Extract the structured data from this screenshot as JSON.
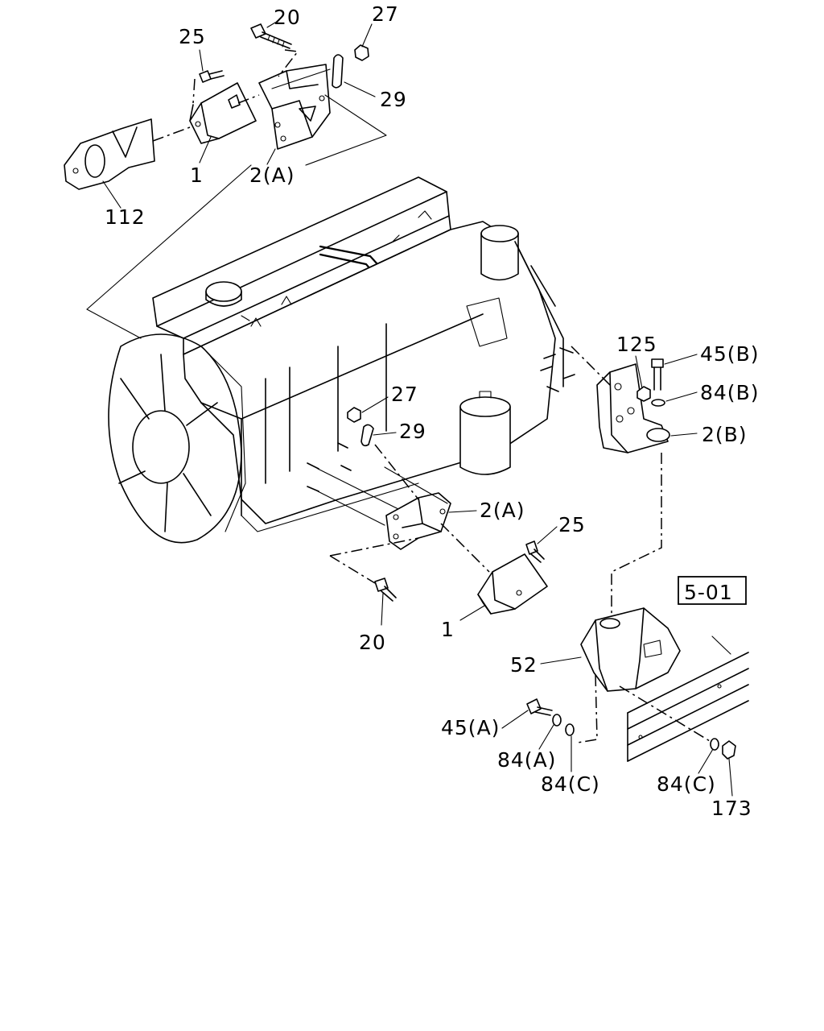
{
  "diagram": {
    "callouts": {
      "c20_top": "20",
      "c27_top": "27",
      "c25_top": "25",
      "c29_top": "29",
      "c1_top": "1",
      "c2a_top": "2(A)",
      "c112": "112",
      "c125": "125",
      "c45b": "45(B)",
      "c84b": "84(B)",
      "c2b": "2(B)",
      "c27_mid": "27",
      "c29_mid": "29",
      "c2a_mid": "2(A)",
      "c25_mid": "25",
      "c1_mid": "1",
      "c20_mid": "20",
      "ref_section": "5-01",
      "c52": "52",
      "c45a": "45(A)",
      "c84a": "84(A)",
      "c84c_left": "84(C)",
      "c84c_right": "84(C)",
      "c173": "173"
    }
  }
}
